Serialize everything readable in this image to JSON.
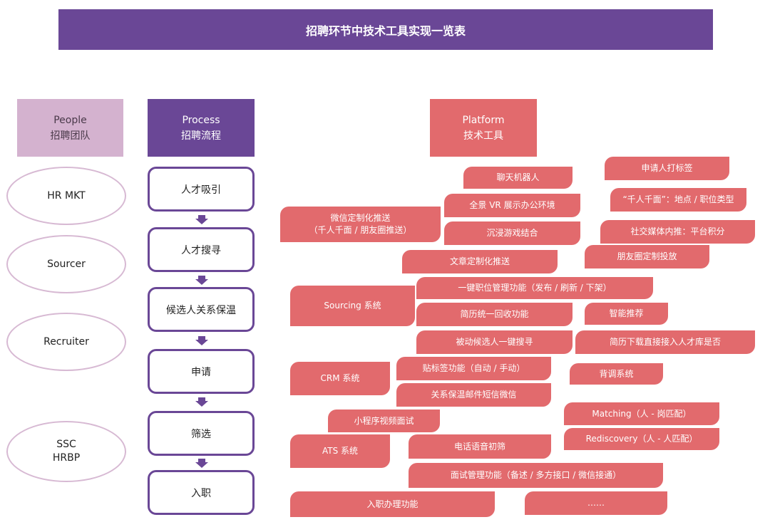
{
  "title": "招聘环节中技术工具实现一览表",
  "headers": {
    "people": {
      "en": "People",
      "zh": "招聘团队"
    },
    "process": {
      "en": "Process",
      "zh": "招聘流程"
    },
    "platform": {
      "en": "Platform",
      "zh": "技术工具"
    }
  },
  "roles": [
    {
      "line1": "HR MKT",
      "line2": ""
    },
    {
      "line1": "Sourcer",
      "line2": ""
    },
    {
      "line1": "Recruiter",
      "line2": ""
    },
    {
      "line1": "SSC",
      "line2": "HRBP"
    }
  ],
  "steps": [
    "人才吸引",
    "人才搜寻",
    "候选人关系保温",
    "申请",
    "筛选",
    "入职"
  ],
  "tools": [
    {
      "line1": "聊天机器人",
      "line2": ""
    },
    {
      "line1": "申请人打标签",
      "line2": ""
    },
    {
      "line1": "全景 VR 展示办公环境",
      "line2": ""
    },
    {
      "line1": "“千人千面”：地点 / 职位类型",
      "line2": ""
    },
    {
      "line1": "微信定制化推送",
      "line2": "（千人千面 / 朋友圈推送）"
    },
    {
      "line1": "沉浸游戏结合",
      "line2": ""
    },
    {
      "line1": "社交媒体内推：平台积分",
      "line2": ""
    },
    {
      "line1": "朋友圈定制投放",
      "line2": ""
    },
    {
      "line1": "文章定制化推送",
      "line2": ""
    },
    {
      "line1": "一键职位管理功能（发布 / 刷新 / 下架）",
      "line2": ""
    },
    {
      "line1": "Sourcing 系统",
      "line2": ""
    },
    {
      "line1": "简历统一回收功能",
      "line2": ""
    },
    {
      "line1": "智能推荐",
      "line2": ""
    },
    {
      "line1": "被动候选人一键搜寻",
      "line2": ""
    },
    {
      "line1": "简历下载直接接入人才库是否",
      "line2": ""
    },
    {
      "line1": "贴标签功能（自动 / 手动）",
      "line2": ""
    },
    {
      "line1": "CRM 系统",
      "line2": ""
    },
    {
      "line1": "背调系统",
      "line2": ""
    },
    {
      "line1": "关系保温邮件短信微信",
      "line2": ""
    },
    {
      "line1": "小程序视频面试",
      "line2": ""
    },
    {
      "line1": "Matching（人 - 岗匹配）",
      "line2": ""
    },
    {
      "line1": "Rediscovery（人 - 人匹配）",
      "line2": ""
    },
    {
      "line1": "ATS 系统",
      "line2": ""
    },
    {
      "line1": "电话语音初筛",
      "line2": ""
    },
    {
      "line1": "面试管理功能（备述 / 多方接口 / 微信接通）",
      "line2": ""
    },
    {
      "line1": "入职办理功能",
      "line2": ""
    },
    {
      "line1": "……",
      "line2": ""
    }
  ],
  "colors": {
    "purple": "#6a4796",
    "lilac": "#d4b2cf",
    "coral": "#e26a6d",
    "role_border": "#d7b9d3"
  }
}
